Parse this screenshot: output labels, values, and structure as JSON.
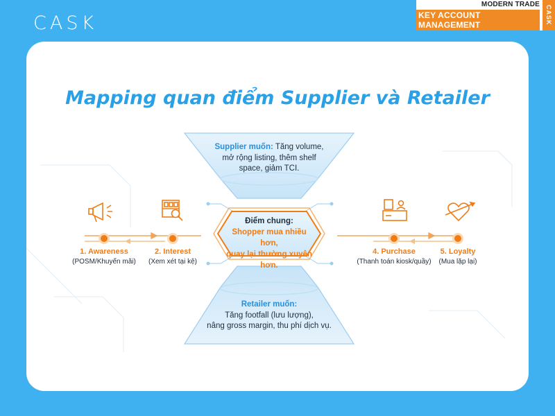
{
  "brand": {
    "logo_text": "CASK"
  },
  "badge": {
    "line1": "MODERN TRADE",
    "line2": "KEY ACCOUNT MANAGEMENT",
    "side": "CASK"
  },
  "title": "Mapping quan điểm Supplier và Retailer",
  "supplier": {
    "label": "Supplier muốn:",
    "text1": " Tăng volume,",
    "text2": "mở rộng listing, thêm shelf",
    "text3": "space, giảm TCI."
  },
  "common": {
    "label": "Điểm chung:",
    "line1": "Shopper mua nhiều hơn,",
    "line2": "quay lại thường xuyên hơn."
  },
  "retailer": {
    "label": "Retailer muốn:",
    "line1": "Tăng footfall (lưu lượng),",
    "line2": "nâng gross margin, thu phí dịch vụ."
  },
  "stages": [
    {
      "label": "1. Awareness",
      "sub": "(POSM/Khuyến mãi)",
      "icon": "megaphone-icon"
    },
    {
      "label": "2. Interest",
      "sub": "(Xem xét tại kệ)",
      "icon": "shelf-magnifier-icon"
    },
    {
      "label": "4. Purchase",
      "sub": "(Thanh toán kiosk/quầy)",
      "icon": "cashier-icon"
    },
    {
      "label": "5. Loyalty",
      "sub": "(Mua lặp lại)",
      "icon": "heart-arrow-icon"
    }
  ],
  "colors": {
    "background": "#3fb0f0",
    "title": "#2aa0e6",
    "accent": "#ef7d16",
    "funnel": "#d6ecfa"
  }
}
